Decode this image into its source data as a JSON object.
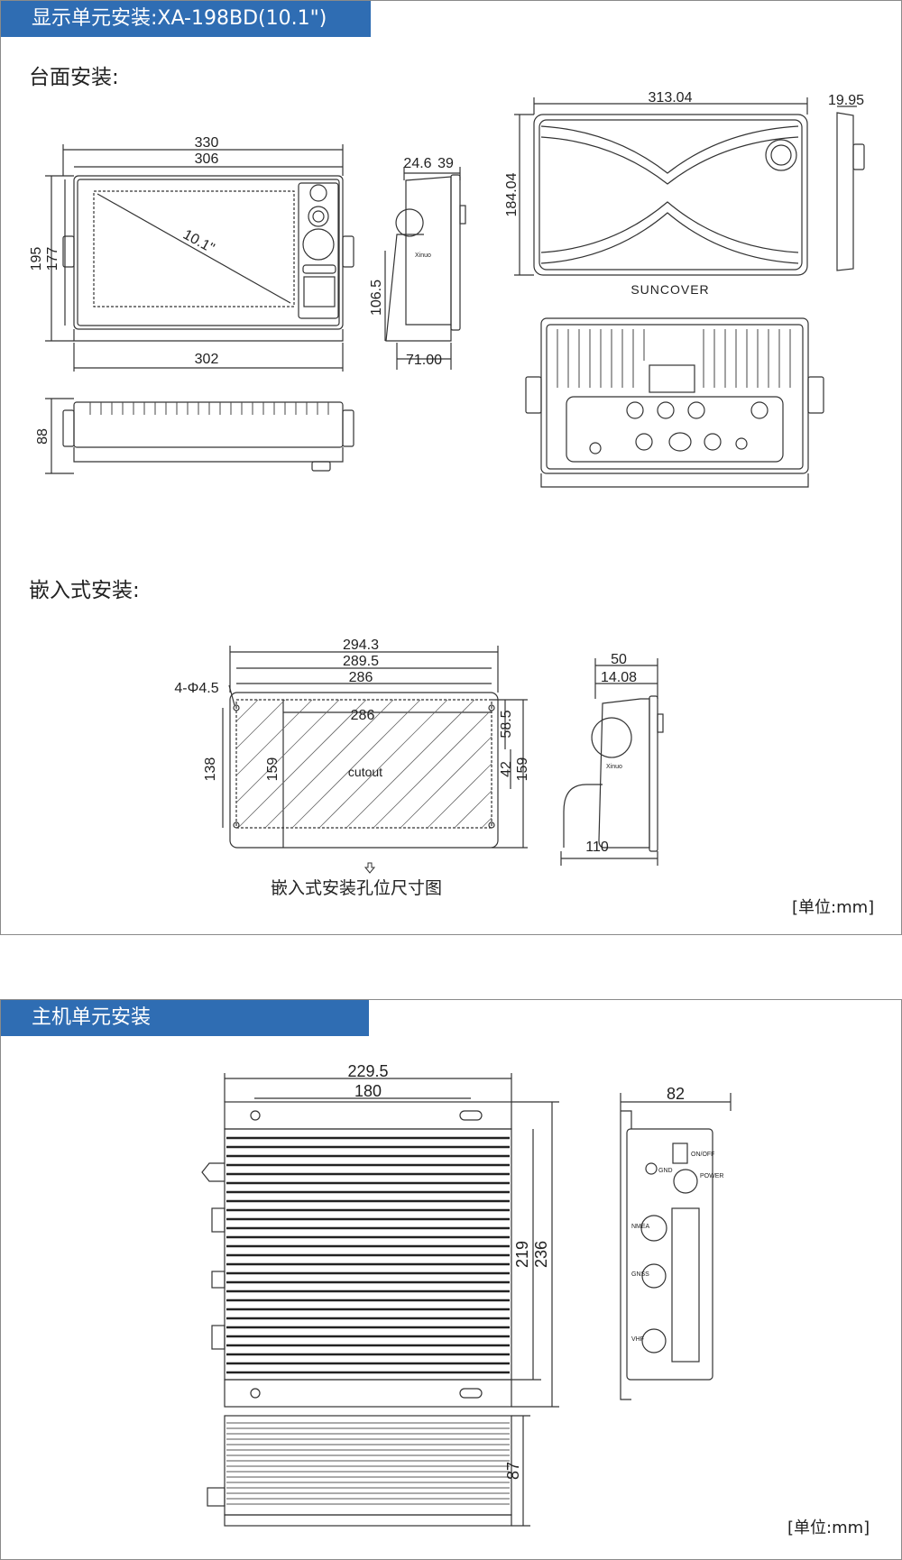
{
  "display_section": {
    "tab_title": "显示单元安装:XA-198BD(10.1\")",
    "desk_mount_heading": "台面安装:",
    "flush_mount_heading": "嵌入式安装:",
    "cutout_caption": "嵌入式安装孔位尺寸图",
    "unit_label": "[单位:mm]",
    "dims": {
      "front_width_outer": "330",
      "front_width_inner": "306",
      "front_height_outer": "195",
      "front_height_inner": "177",
      "bracket_width": "302",
      "diagonal": "10.1\"",
      "side_depth_a": "24.6",
      "side_depth_b": "39",
      "side_height": "106.5",
      "side_base": "71.00",
      "cover_width": "313.04",
      "cover_height": "184.04",
      "cover_depth": "19.95",
      "top_height": "88",
      "cutout_w1": "294.3",
      "cutout_w2": "289.5",
      "cutout_w3": "286",
      "cutout_w4": "286",
      "holes": "4-Φ4.5",
      "cutout_h1": "138",
      "cutout_h2": "159",
      "cutout_h3": "58.5",
      "cutout_h4": "42",
      "cutout_h5": "159",
      "flush_depth": "50",
      "flush_thick": "14.08",
      "flush_base": "110"
    },
    "labels": {
      "suncover": "SUNCOVER",
      "cutout": "cutout",
      "brand": "Xinuo"
    }
  },
  "host_section": {
    "tab_title": "主机单元安装",
    "unit_label": "[单位:mm]",
    "dims": {
      "width_outer": "229.5",
      "hole_spacing": "180",
      "height_inner": "219",
      "height_outer": "236",
      "depth": "82",
      "thickness": "87"
    },
    "port_labels": {
      "gnd": "GND",
      "power": "POWER",
      "on_off": "ON/OFF",
      "nmea": "NMEA",
      "gnss": "GNSS",
      "vhf": "VHF"
    }
  }
}
